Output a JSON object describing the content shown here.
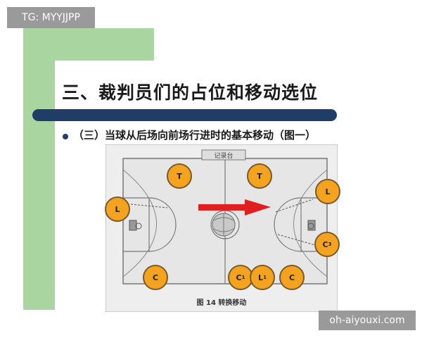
{
  "watermark_top": "TG: MYYJJPP",
  "watermark_bottom": "oh-aiyouxi.com",
  "slide": {
    "title": "三、裁判员们的占位和移动选位",
    "subtitle": "（三）当球从后场向前场行进时的基本移动（图一）"
  },
  "court": {
    "table_label": "记录台",
    "caption": "图 14   转换移动"
  },
  "referees": [
    {
      "label": "T",
      "sub": ""
    },
    {
      "label": "T",
      "sub": ""
    },
    {
      "label": "L",
      "sub": ""
    },
    {
      "label": "L",
      "sub": ""
    },
    {
      "label": "C",
      "sub": "3"
    },
    {
      "label": "C",
      "sub": ""
    },
    {
      "label": "C",
      "sub": "1"
    },
    {
      "label": "L",
      "sub": "1"
    },
    {
      "label": "C",
      "sub": ""
    }
  ],
  "colors": {
    "green": "#a9d6a0",
    "bar": "#1f3d66",
    "referee_fill": "#f4a321",
    "arrow": "#e02020"
  }
}
